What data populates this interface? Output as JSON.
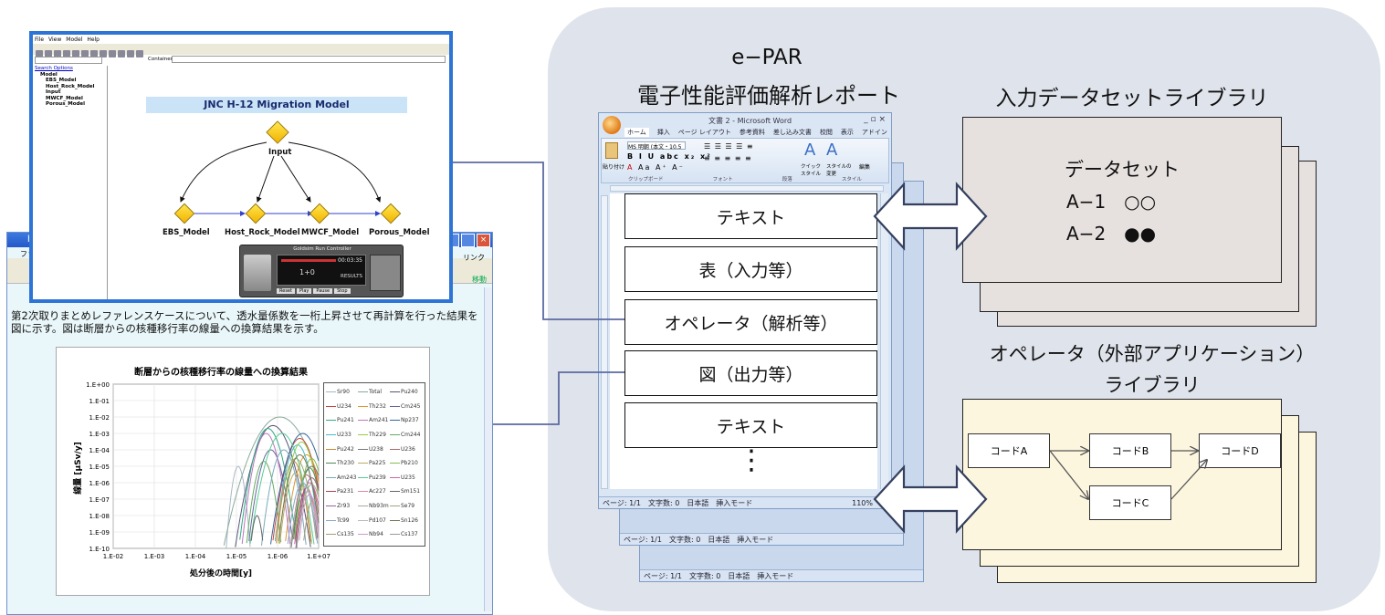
{
  "diagram_title": {
    "line1": "e−PAR",
    "line2": "電子性能評価解析レポート"
  },
  "doc_blocks": [
    "テキスト",
    "表（入力等）",
    "オペレータ（解析等）",
    "図（出力等）",
    "テキスト"
  ],
  "doc_ellipsis": "⋮",
  "dataset_library": {
    "title": "入力データセットライブラリ",
    "card_title": "データセット",
    "items": [
      "A−1　○○",
      "A−2　●●"
    ]
  },
  "operator_library": {
    "title_line1": "オペレータ（外部アプリケーション）",
    "title_line2": "ライブラリ",
    "codes": {
      "a": "コードA",
      "b": "コードB",
      "c": "コードC",
      "d": "コードD"
    }
  },
  "word_window": {
    "title": "文書 2 - Microsoft Word",
    "ribbon_tabs": [
      "ホーム",
      "挿入",
      "ページ レイアウト",
      "参考資料",
      "差し込み文書",
      "校閲",
      "表示",
      "アドイン"
    ],
    "font_value": "MS 明朝 (本文・10.5",
    "ribbon_groups": [
      "クリップボード",
      "フォント",
      "段落",
      "スタイル"
    ],
    "paste_label": "貼り付け",
    "style_labels": [
      "クイック スタイル",
      "スタイルの 変更",
      "編集"
    ],
    "status": [
      "ページ: 1/1",
      "文字数: 0",
      "日本語",
      "挿入モード"
    ],
    "zoom": "110%"
  },
  "migration_app": {
    "menu": [
      "File",
      "View",
      "Model",
      "Help"
    ],
    "container_path_label": "Container Path:",
    "search_options": "Search Options",
    "tree": [
      "Model",
      "EBS_Model",
      "Host_Rock_Model",
      "Input",
      "MWCF_Model",
      "Porous_Model"
    ],
    "diagram_title": "JNC H-12 Migration Model",
    "nodes": [
      "Input",
      "EBS_Model",
      "Host_Rock_Model",
      "MWCF_Model",
      "Porous_Model"
    ],
    "controller_title": "Goldsim Run Controller",
    "controller_time": "00:03:35",
    "controller_value": "1+0",
    "controller_results": "RESULTS",
    "controller_buttons": [
      "Reset",
      "Play",
      "Pause",
      "Stop"
    ]
  },
  "browser": {
    "paragraph": "第2次取りまとめレファレンスケースについて、透水量係数を一桁上昇させて再計算を行った結果を図に示す。図は断層からの核種移行率の線量への換算結果を示す。",
    "menu_label": "ファイ",
    "go_label": "移動",
    "link_label": "リンク"
  },
  "chart_data": {
    "type": "line",
    "title": "断層からの核種移行率の線量への換算結果",
    "xlabel": "処分後の時間[y]",
    "ylabel": "線量 [μSv/y]",
    "x_scale": "log",
    "y_scale": "log",
    "xlim": [
      0.01,
      10000000
    ],
    "ylim": [
      1e-10,
      1
    ],
    "x_ticks": [
      "1.E-02",
      "1.E-03",
      "1.E-04",
      "1.E-05",
      "1.E-06",
      "1.E+07"
    ],
    "y_ticks": [
      "1.E+00",
      "1.E-01",
      "1.E-02",
      "1.E-03",
      "1.E-04",
      "1.E-05",
      "1.E-06",
      "1.E-07",
      "1.E-08",
      "1.E-09",
      "1.E-10"
    ],
    "grid": true,
    "legend_position": "right",
    "series": [
      {
        "name": "Sr90",
        "peak_x": 3000,
        "peak_y": 1e-05,
        "width": 0.35,
        "color": "#a8b8c8"
      },
      {
        "name": "Total",
        "peak_x": 200000,
        "peak_y": 0.01,
        "width": 1.3,
        "color": "#8a9"
      },
      {
        "name": "Pu240",
        "peak_x": 100000,
        "peak_y": 0.003,
        "width": 0.9,
        "color": "#557"
      },
      {
        "name": "U234",
        "peak_x": 1500000,
        "peak_y": 0.0005,
        "width": 0.7,
        "color": "#c44"
      },
      {
        "name": "Th232",
        "peak_x": 3000000,
        "peak_y": 5e-05,
        "width": 0.6,
        "color": "#d93"
      },
      {
        "name": "Cm245",
        "peak_x": 80000,
        "peak_y": 0.0001,
        "width": 0.6,
        "color": "#669"
      },
      {
        "name": "Pu241",
        "peak_x": 60000,
        "peak_y": 0.002,
        "width": 0.7,
        "color": "#3a8"
      },
      {
        "name": "Am241",
        "peak_x": 50000,
        "peak_y": 0.001,
        "width": 0.6,
        "color": "#b7b"
      },
      {
        "name": "Np237",
        "peak_x": 2000000,
        "peak_y": 0.001,
        "width": 0.8,
        "color": "#369"
      },
      {
        "name": "U233",
        "peak_x": 1200000,
        "peak_y": 0.0002,
        "width": 0.6,
        "color": "#4bc"
      },
      {
        "name": "Th229",
        "peak_x": 1800000,
        "peak_y": 0.0003,
        "width": 0.6,
        "color": "#9c4"
      },
      {
        "name": "Cm244",
        "peak_x": 40000,
        "peak_y": 2e-05,
        "width": 0.5,
        "color": "#6a6"
      },
      {
        "name": "Pu242",
        "peak_x": 800000,
        "peak_y": 2e-05,
        "width": 0.5,
        "color": "#c83"
      },
      {
        "name": "U238",
        "peak_x": 5000000,
        "peak_y": 1e-05,
        "width": 0.6,
        "color": "#777"
      },
      {
        "name": "U236",
        "peak_x": 3000000,
        "peak_y": 3e-06,
        "width": 0.5,
        "color": "#a66"
      },
      {
        "name": "Th230",
        "peak_x": 4000000,
        "peak_y": 8e-06,
        "width": 0.5,
        "color": "#585"
      },
      {
        "name": "Pa225",
        "peak_x": 1000000,
        "peak_y": 4e-06,
        "width": 0.5,
        "color": "#ba6"
      },
      {
        "name": "Pb210",
        "peak_x": 5000000,
        "peak_y": 3e-05,
        "width": 0.5,
        "color": "#8b5"
      },
      {
        "name": "Am243",
        "peak_x": 300000,
        "peak_y": 0.0001,
        "width": 0.6,
        "color": "#7ab"
      },
      {
        "name": "Pu239",
        "peak_x": 250000,
        "peak_y": 0.001,
        "width": 0.8,
        "color": "#5c9"
      },
      {
        "name": "U235",
        "peak_x": 4000000,
        "peak_y": 1e-06,
        "width": 0.5,
        "color": "#c6a"
      },
      {
        "name": "Pa231",
        "peak_x": 3000000,
        "peak_y": 5e-07,
        "width": 0.4,
        "color": "#a45"
      },
      {
        "name": "Ac227",
        "peak_x": 3500000,
        "peak_y": 3e-07,
        "width": 0.4,
        "color": "#d8a"
      },
      {
        "name": "Sm151",
        "peak_x": 20000,
        "peak_y": 1e-08,
        "width": 0.3,
        "color": "#666"
      },
      {
        "name": "Zr93",
        "peak_x": 5000000,
        "peak_y": 2e-06,
        "width": 0.5,
        "color": "#969"
      },
      {
        "name": "Nb93m",
        "peak_x": 5000000,
        "peak_y": 8e-07,
        "width": 0.5,
        "color": "#aa9"
      },
      {
        "name": "Se79",
        "peak_x": 1000000,
        "peak_y": 3e-05,
        "width": 0.6,
        "color": "#9a7"
      },
      {
        "name": "Tc99",
        "peak_x": 2000000,
        "peak_y": 1e-06,
        "width": 0.5,
        "color": "#8ac"
      },
      {
        "name": "Pd107",
        "peak_x": 2500000,
        "peak_y": 5e-07,
        "width": 0.5,
        "color": "#bbb"
      },
      {
        "name": "Sn126",
        "peak_x": 1500000,
        "peak_y": 5e-05,
        "width": 0.6,
        "color": "#775"
      },
      {
        "name": "Cs135",
        "peak_x": 6000000,
        "peak_y": 1e-07,
        "width": 0.4,
        "color": "#a97"
      },
      {
        "name": "Nb94",
        "peak_x": 4000000,
        "peak_y": 2e-07,
        "width": 0.4,
        "color": "#c9c"
      },
      {
        "name": "Cs137",
        "peak_x": 200,
        "peak_y": 1e-10,
        "width": 0.2,
        "color": "#999"
      }
    ]
  },
  "colors": {
    "panel": "#dfe3eb",
    "dataset_card": "#e6e0df",
    "operator_card": "#fdf6df",
    "connector": "#5b6aa0",
    "window_frame": "#2e74d6",
    "browser_bg": "#eaf7fa"
  }
}
